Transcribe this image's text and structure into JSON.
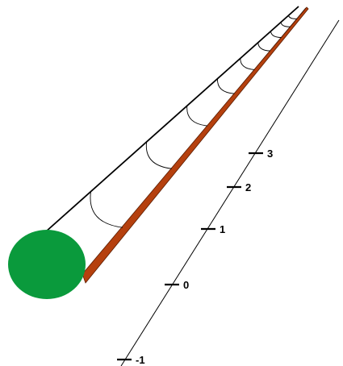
{
  "scale": {
    "ticks": [
      {
        "value": -1,
        "label": "-1"
      },
      {
        "value": 0,
        "label": "0"
      },
      {
        "value": 1,
        "label": "1"
      },
      {
        "value": 2,
        "label": "2"
      },
      {
        "value": 3,
        "label": "3"
      }
    ]
  },
  "colors": {
    "cylinder_end": "#0a9a3c",
    "strip_face": "#b5400e",
    "strip_edge": "#5a1c00",
    "outline": "#000000",
    "background": "#ffffff"
  }
}
